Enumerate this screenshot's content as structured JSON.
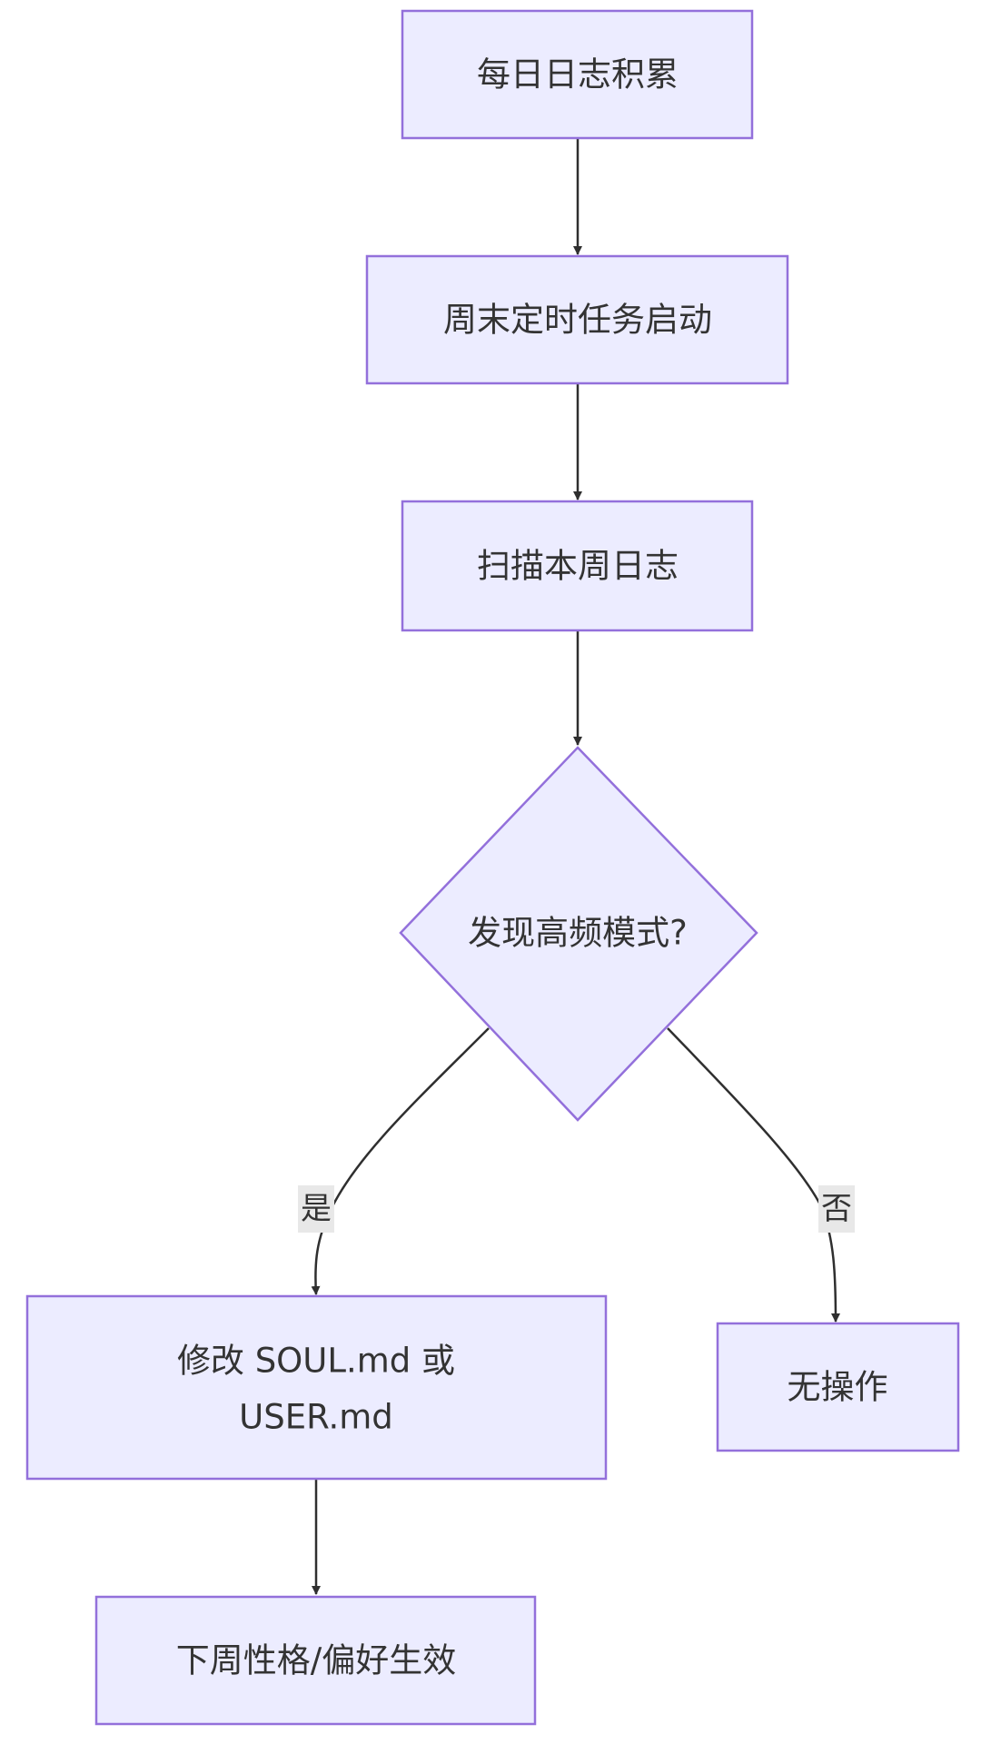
{
  "nodes": {
    "daily_log": "每日日志积累",
    "weekend_task": "周末定时任务启动",
    "scan_log": "扫描本周日志",
    "decision": "发现高频模式?",
    "modify_line1": "修改 SOUL.md 或",
    "modify_line2": "USER.md",
    "no_action": "无操作",
    "next_week": "下周性格/偏好生效"
  },
  "edges": {
    "yes_label": "是",
    "no_label": "否"
  },
  "colors": {
    "node_fill": "#ECECFF",
    "node_stroke": "#9370DB",
    "edge": "#2f2f2f",
    "label_bg": "#E8E8E8",
    "text": "#333333"
  }
}
